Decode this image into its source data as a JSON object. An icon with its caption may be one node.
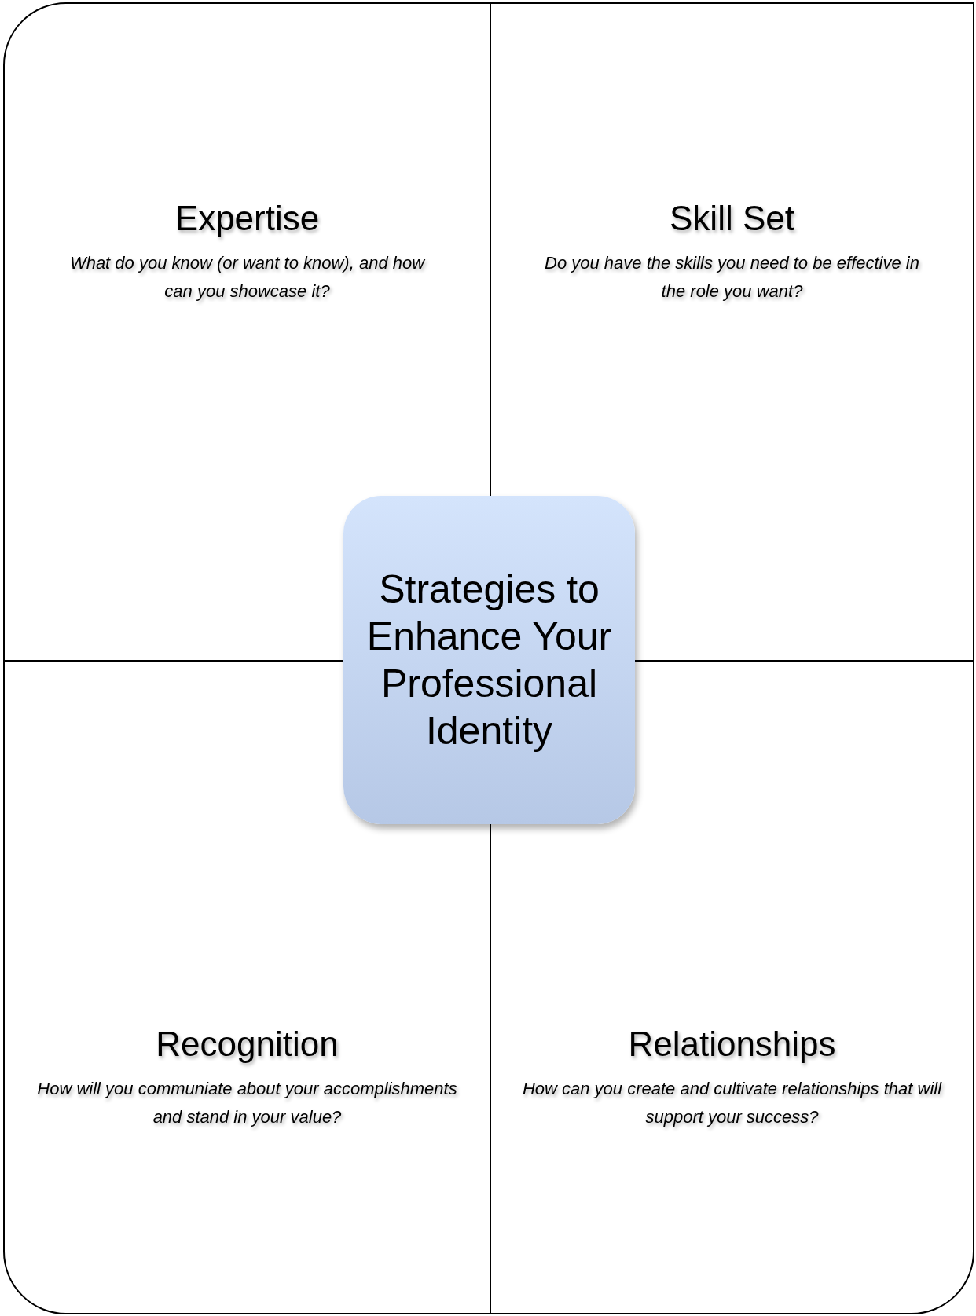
{
  "diagram": {
    "nodes": [
      {
        "text": [
          "Expertise",
          "What do you know (or want to know), and how can you showcase it?"
        ]
      },
      {
        "text": [
          "Skill Set",
          "Do you have the skills you need to be effective in the role you want?"
        ]
      },
      {
        "text": [
          "Recognition",
          "How will you communiate about your accomplishments and stand in your value?"
        ]
      },
      {
        "text": [
          "Relationships",
          "How can you create and cultivate relationships that will support your success?"
        ]
      },
      {
        "text": [
          "Strategies to Enhance Your Professional Identity"
        ]
      }
    ]
  }
}
